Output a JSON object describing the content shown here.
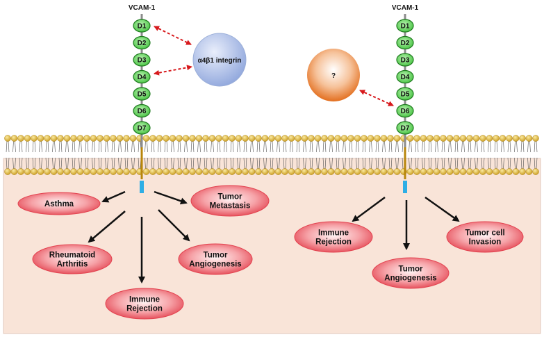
{
  "left": {
    "protein_label": "VCAM-1",
    "domains": [
      "D1",
      "D2",
      "D3",
      "D4",
      "D5",
      "D6",
      "D7"
    ],
    "ligand_label": "α4β1 integrin",
    "outcomes": {
      "asthma": [
        "Asthma"
      ],
      "tumor_metastasis": [
        "Tumor",
        "Metastasis"
      ],
      "rheumatoid_arthritis": [
        "Rheumatoid",
        "Arthritis"
      ],
      "tumor_angiogenesis": [
        "Tumor",
        "Angiogenesis"
      ],
      "immune_rejection": [
        "Immune",
        "Rejection"
      ]
    }
  },
  "right": {
    "protein_label": "VCAM-1",
    "domains": [
      "D1",
      "D2",
      "D3",
      "D4",
      "D5",
      "D6",
      "D7"
    ],
    "ligand_label": "?",
    "outcomes": {
      "immune_rejection": [
        "Immune",
        "Rejection"
      ],
      "tumor_angiogenesis": [
        "Tumor",
        "Angiogenesis"
      ],
      "tumor_cell_invasion": [
        "Tumor cell",
        "Invasion"
      ]
    }
  },
  "colors": {
    "domain_fill": "#5cd65c",
    "domain_stroke": "#1e7a1e",
    "integrin": "#aebfe6",
    "unknown_ligand": "#e8843a",
    "outcome_fill": "#ef5f6a",
    "cytoplasm": "#f9e4d8",
    "lipid_head": "#e6c34f",
    "dashed_arrow": "#d7191c",
    "tail": "#2eaee5"
  }
}
